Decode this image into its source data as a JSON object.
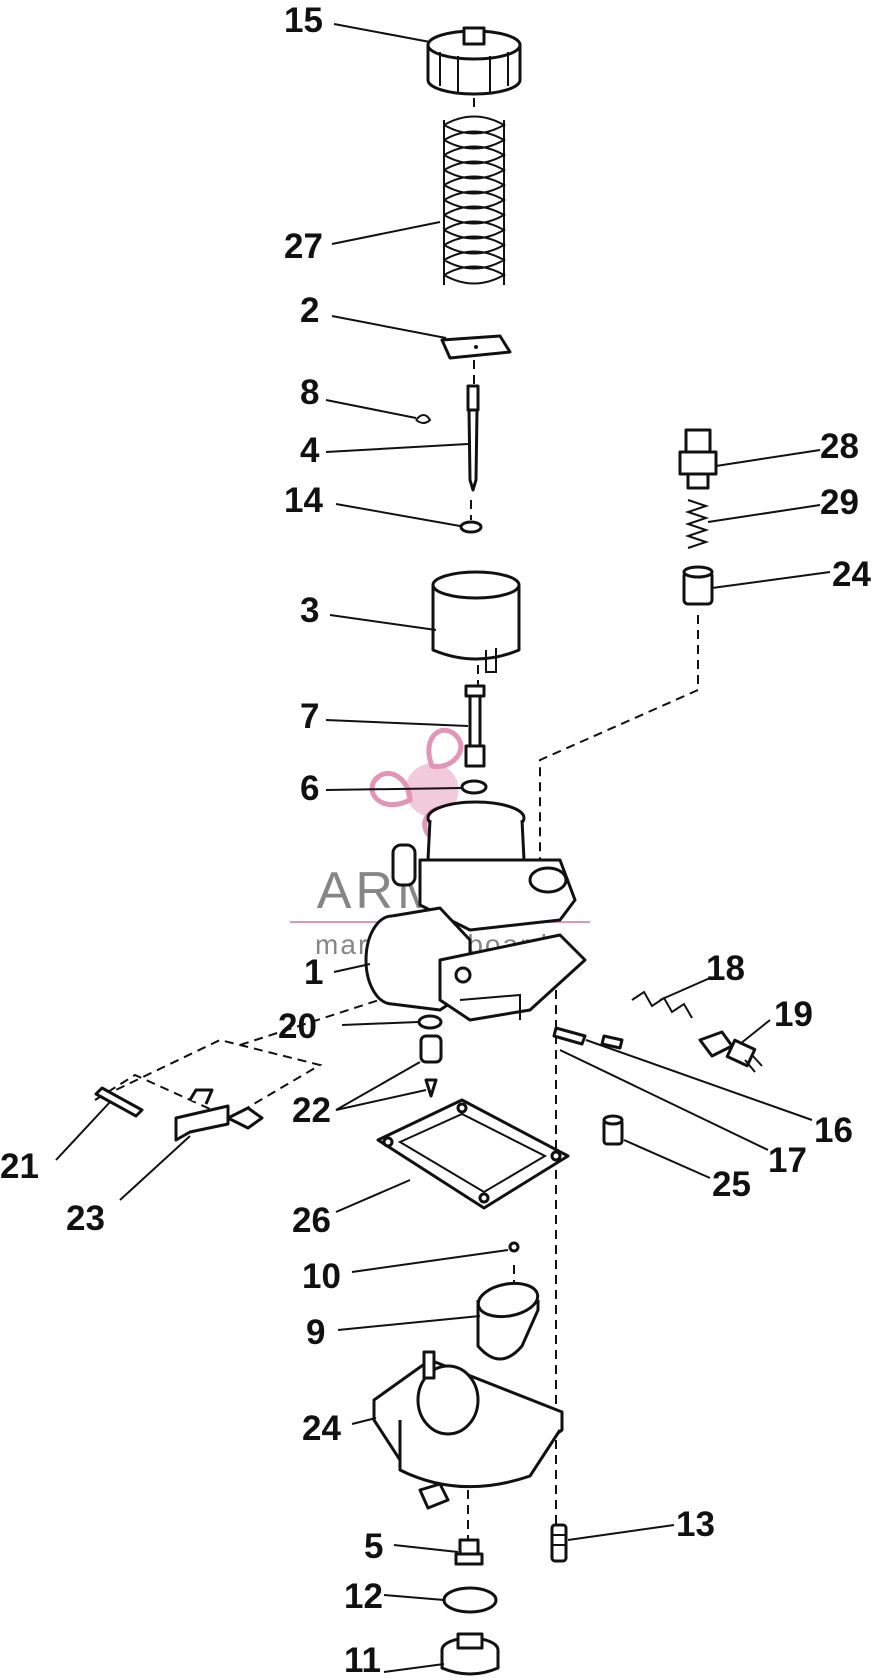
{
  "callouts": [
    {
      "id": "15",
      "text": "15"
    },
    {
      "id": "27",
      "text": "27"
    },
    {
      "id": "2",
      "text": "2"
    },
    {
      "id": "8",
      "text": "8"
    },
    {
      "id": "4",
      "text": "4"
    },
    {
      "id": "14",
      "text": "14"
    },
    {
      "id": "3",
      "text": "3"
    },
    {
      "id": "7",
      "text": "7"
    },
    {
      "id": "6",
      "text": "6"
    },
    {
      "id": "1",
      "text": "1"
    },
    {
      "id": "20",
      "text": "20"
    },
    {
      "id": "22",
      "text": "22"
    },
    {
      "id": "21",
      "text": "21"
    },
    {
      "id": "23",
      "text": "23"
    },
    {
      "id": "26",
      "text": "26"
    },
    {
      "id": "28",
      "text": "28"
    },
    {
      "id": "29",
      "text": "29"
    },
    {
      "id": "24a",
      "text": "24"
    },
    {
      "id": "18",
      "text": "18"
    },
    {
      "id": "19",
      "text": "19"
    },
    {
      "id": "16",
      "text": "16"
    },
    {
      "id": "17",
      "text": "17"
    },
    {
      "id": "25",
      "text": "25"
    },
    {
      "id": "10",
      "text": "10"
    },
    {
      "id": "9",
      "text": "9"
    },
    {
      "id": "24b",
      "text": "24"
    },
    {
      "id": "13",
      "text": "13"
    },
    {
      "id": "5",
      "text": "5"
    },
    {
      "id": "12",
      "text": "12"
    },
    {
      "id": "11",
      "text": "11"
    }
  ],
  "watermark": {
    "brand": "ARMADA",
    "tagline": "marine outboards",
    "brand_color": "#7a7a7a",
    "logo_color": "#e08ab0"
  }
}
